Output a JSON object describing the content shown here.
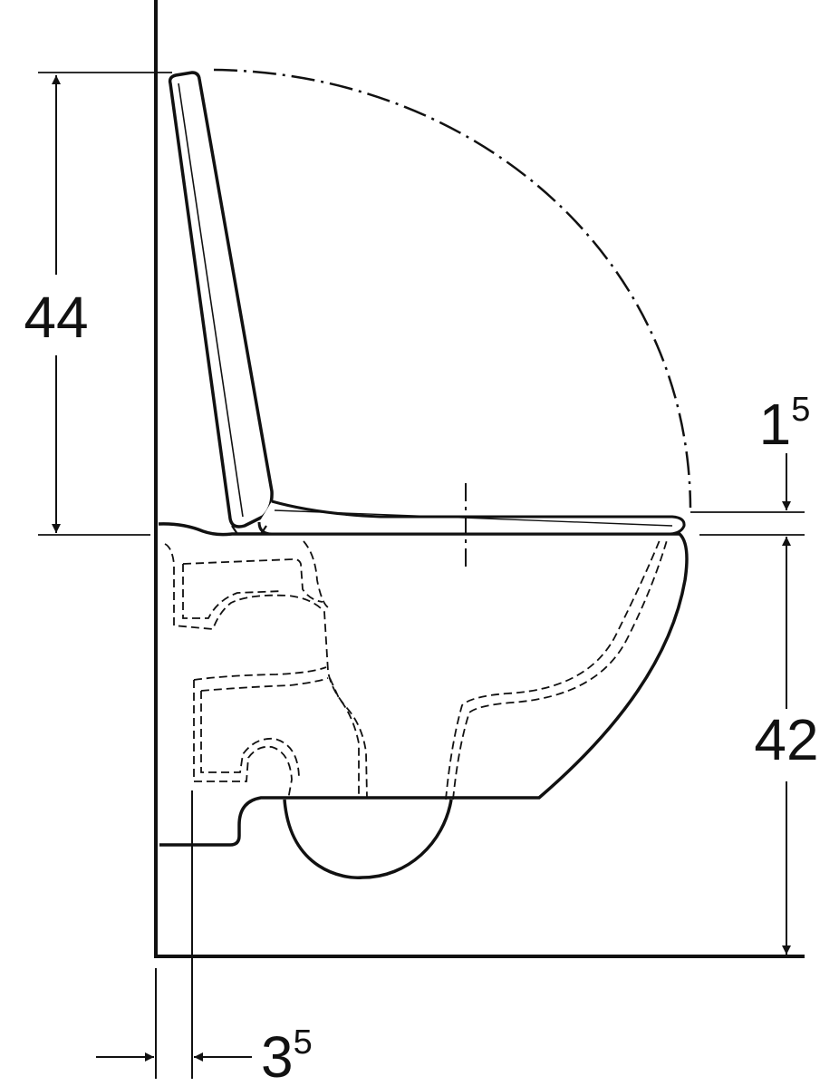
{
  "dimensions": {
    "lid_height": {
      "value": "44"
    },
    "seat_thickness": {
      "base": "1",
      "sup": "5"
    },
    "mount_height": {
      "value": "42"
    },
    "wall_offset": {
      "base": "3",
      "sup": "5"
    }
  },
  "colors": {
    "line": "#111111",
    "background": "#ffffff"
  }
}
